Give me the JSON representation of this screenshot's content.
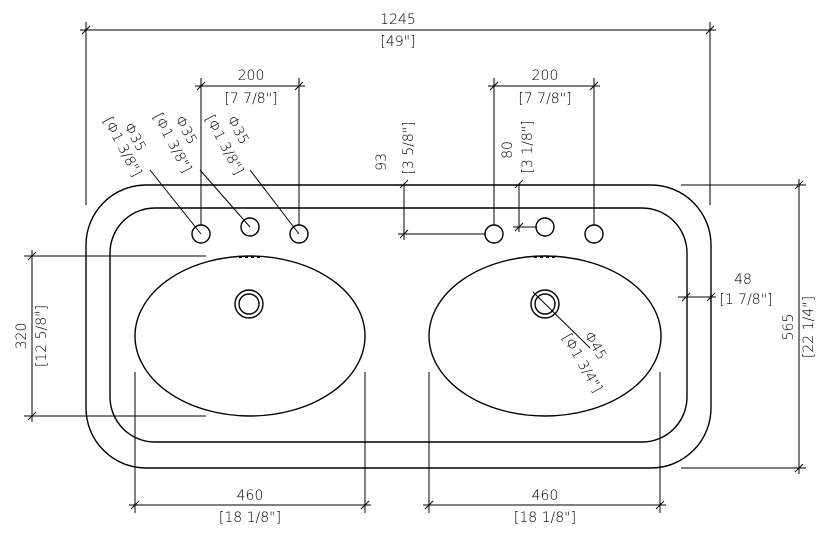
{
  "dimensions": {
    "overall_width": {
      "mm": "1245",
      "inch": "[49\"]"
    },
    "overall_depth": {
      "mm": "565",
      "inch": "[22 1/4\"]"
    },
    "left_faucet_spread": {
      "mm": "200",
      "inch": "[7 7/8\"]"
    },
    "right_faucet_spread": {
      "mm": "200",
      "inch": "[7 7/8\"]"
    },
    "left_tap_hole_1": {
      "mm": "Φ35",
      "inch": "[Φ1 3/8\"]"
    },
    "left_tap_hole_2": {
      "mm": "Φ35",
      "inch": "[Φ1 3/8\"]"
    },
    "left_tap_hole_3": {
      "mm": "Φ35",
      "inch": "[Φ1 3/8\"]"
    },
    "left_hole_offset": {
      "mm": "93",
      "inch": "[3 5/8\"]"
    },
    "right_hole_offset": {
      "mm": "80",
      "inch": "[3 1/8\"]"
    },
    "bowl_depth": {
      "mm": "320",
      "inch": "[12 5/8\"]"
    },
    "rim_width": {
      "mm": "48",
      "inch": "[1 7/8\"]"
    },
    "drain_hole": {
      "mm": "Φ45",
      "inch": "[Φ1 3/4\"]"
    },
    "left_bowl_width": {
      "mm": "460",
      "inch": "[18 1/8\"]"
    },
    "right_bowl_width": {
      "mm": "460",
      "inch": "[18 1/8\"]"
    }
  },
  "colors": {
    "line": "#000000",
    "background": "#ffffff"
  }
}
